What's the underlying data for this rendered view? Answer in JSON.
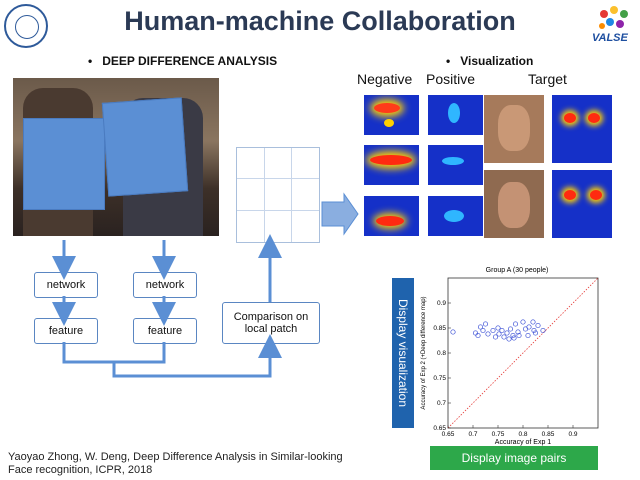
{
  "title": "Human-machine Collaboration",
  "logos": {
    "left_seal_text": "",
    "right_logo_text": "VALSE"
  },
  "left_section": {
    "bullet": "DEEP DIFFERENCE ANALYSIS",
    "network_label": "network",
    "feature_label": "feature",
    "comparison_label": "Comparison on local patch"
  },
  "right_section": {
    "bullet": "Visualization",
    "columns": [
      "Negative",
      "Positive",
      "Target"
    ]
  },
  "display_visualization": "Display visualization",
  "display_image_pairs": "Display image pairs",
  "citation": {
    "line1": "Yaoyao Zhong, W. Deng, Deep Difference Analysis in Similar-looking",
    "line2": "Face recognition, ICPR, 2018"
  },
  "colors": {
    "title": "#2b3a55",
    "arrow": "#5b8fd4",
    "heatmap_bg": "#1530c8",
    "display_vis_bg": "#1f63ad",
    "display_pairs_bg": "#2da84a"
  },
  "chart_data": {
    "type": "scatter",
    "title": "Group A (30 people)",
    "xlabel": "Accuracy of Exp 1",
    "ylabel": "Accuracy of Exp 2 (+Deep difference map)",
    "xlim": [
      0.65,
      0.95
    ],
    "ylim": [
      0.65,
      0.95
    ],
    "xticks": [
      "0.65",
      "0.7",
      "0.75",
      "0.8",
      "0.85",
      "0.9"
    ],
    "yticks": [
      "0.65",
      "0.7",
      "0.75",
      "0.8",
      "0.85",
      "0.9"
    ],
    "reference_line": "y = x (dotted red)",
    "marker": "open circle",
    "points": [
      [
        0.66,
        0.842
      ],
      [
        0.705,
        0.84
      ],
      [
        0.71,
        0.835
      ],
      [
        0.715,
        0.852
      ],
      [
        0.72,
        0.845
      ],
      [
        0.725,
        0.858
      ],
      [
        0.73,
        0.838
      ],
      [
        0.74,
        0.845
      ],
      [
        0.745,
        0.832
      ],
      [
        0.75,
        0.85
      ],
      [
        0.752,
        0.838
      ],
      [
        0.758,
        0.845
      ],
      [
        0.762,
        0.832
      ],
      [
        0.768,
        0.84
      ],
      [
        0.772,
        0.828
      ],
      [
        0.775,
        0.848
      ],
      [
        0.78,
        0.835
      ],
      [
        0.782,
        0.83
      ],
      [
        0.785,
        0.858
      ],
      [
        0.79,
        0.842
      ],
      [
        0.792,
        0.835
      ],
      [
        0.8,
        0.862
      ],
      [
        0.805,
        0.848
      ],
      [
        0.81,
        0.835
      ],
      [
        0.812,
        0.852
      ],
      [
        0.82,
        0.862
      ],
      [
        0.822,
        0.845
      ],
      [
        0.825,
        0.84
      ],
      [
        0.83,
        0.855
      ],
      [
        0.84,
        0.845
      ]
    ]
  }
}
